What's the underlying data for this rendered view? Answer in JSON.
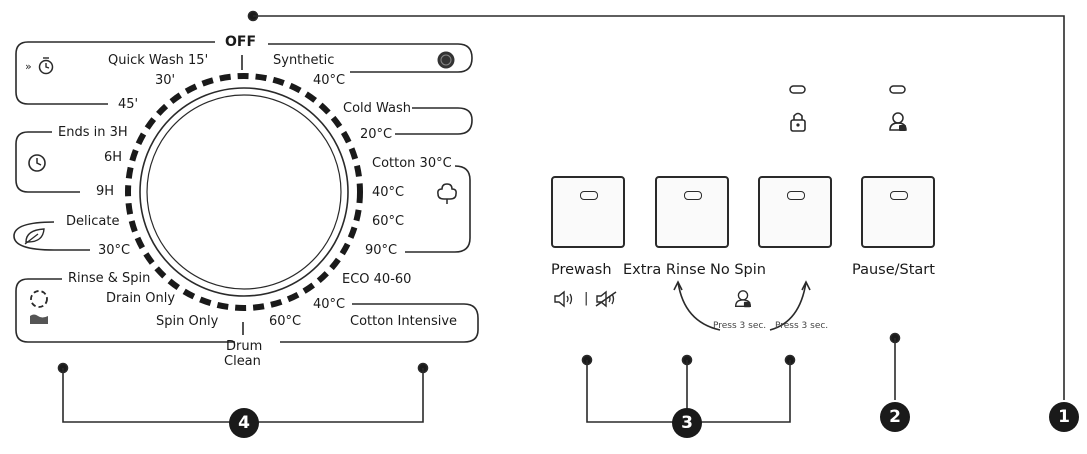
{
  "dial": {
    "off": "OFF",
    "left_programs": [
      {
        "key": "quick_wash",
        "label": "Quick Wash 15'"
      },
      {
        "key": "q30",
        "label": "30'"
      },
      {
        "key": "q45",
        "label": "45'"
      },
      {
        "key": "ends_in",
        "label": "Ends in 3H"
      },
      {
        "key": "h6",
        "label": "6H"
      },
      {
        "key": "h9",
        "label": "9H"
      },
      {
        "key": "delicate",
        "label": "Delicate"
      },
      {
        "key": "d30",
        "label": "30°C"
      },
      {
        "key": "rinse_spin",
        "label": "Rinse & Spin"
      },
      {
        "key": "drain_only",
        "label": "Drain Only"
      },
      {
        "key": "spin_only",
        "label": "Spin Only"
      }
    ],
    "right_programs": [
      {
        "key": "synthetic",
        "label": "Synthetic"
      },
      {
        "key": "s40",
        "label": "40°C"
      },
      {
        "key": "cold_wash",
        "label": "Cold Wash"
      },
      {
        "key": "c20",
        "label": "20°C"
      },
      {
        "key": "cotton30",
        "label": "Cotton 30°C"
      },
      {
        "key": "c40",
        "label": "40°C"
      },
      {
        "key": "c60",
        "label": "60°C"
      },
      {
        "key": "c90",
        "label": "90°C"
      },
      {
        "key": "eco",
        "label": "ECO 40-60"
      },
      {
        "key": "ci40",
        "label": "40°C"
      },
      {
        "key": "ci60",
        "label": "60°C"
      },
      {
        "key": "cotton_intensive",
        "label": "Cotton Intensive"
      }
    ],
    "drum_clean_1": "Drum",
    "drum_clean_2": "Clean"
  },
  "buttons": {
    "prewash": "Prewash",
    "extra_rinse": "Extra Rinse",
    "no_spin": "No Spin",
    "pause_start": "Pause/Start"
  },
  "notes": {
    "press_left": "Press 3 sec.",
    "press_right": "Press 3 sec."
  },
  "callouts": [
    "1",
    "2",
    "3",
    "4"
  ],
  "icons": [
    "quick-wash-icon",
    "clock-icon",
    "leaf-icon",
    "rinse-spin-icon",
    "synthetic-icon",
    "cotton-icon",
    "lock-icon",
    "child-lock-icon",
    "sound-on-icon",
    "sound-off-icon"
  ]
}
